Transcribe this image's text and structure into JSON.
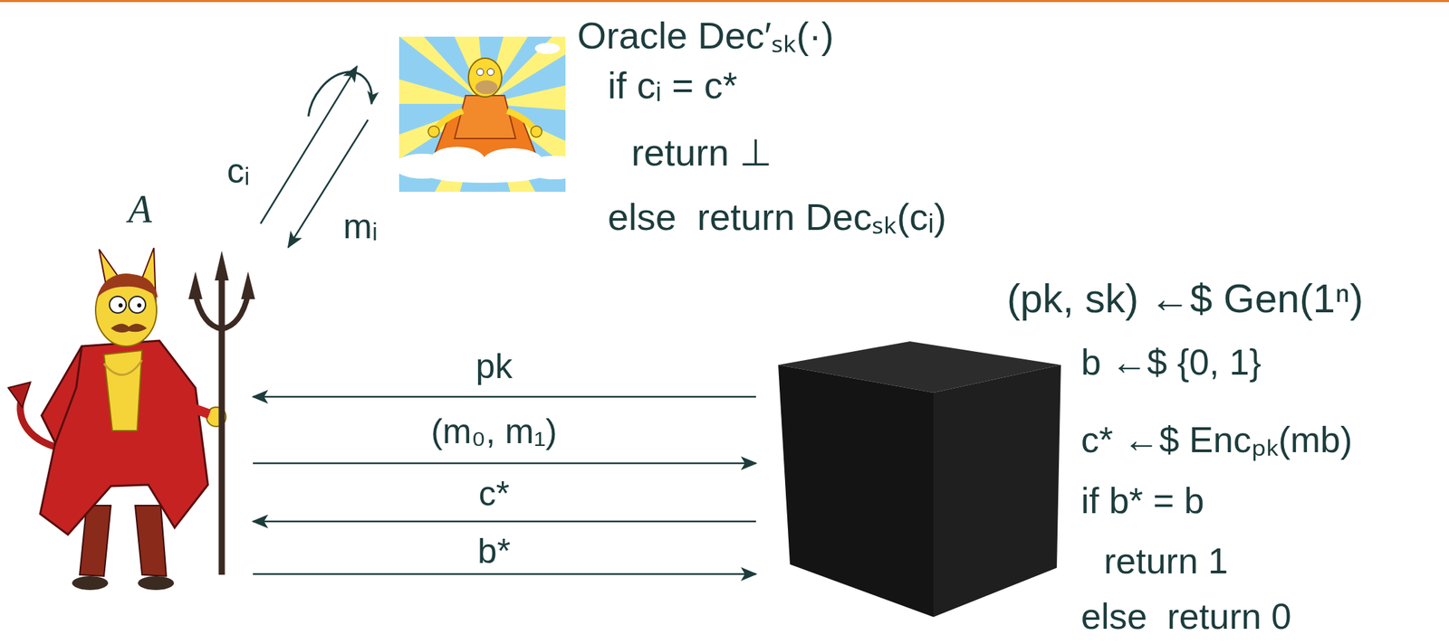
{
  "diagram": {
    "nodes": [
      {
        "text": [
          "A"
        ]
      },
      {
        "text": [
          "Oracle Dec′ₛₖ(·)",
          "if cᵢ = c*",
          "return ⊥",
          "else  return Decₛₖ(cᵢ)"
        ]
      },
      {
        "text": [
          "(pk, sk) ←$ Gen(1ⁿ)",
          "b ←$ {0, 1}",
          "c* ←$ Encₚₖ(mb)",
          "if b* = b",
          "return 1",
          "else  return 0"
        ]
      }
    ],
    "edges": [
      {
        "from": 0,
        "to": 1,
        "label": "cᵢ",
        "arrow": "to"
      },
      {
        "from": 1,
        "to": 0,
        "label": "mᵢ",
        "arrow": "to"
      },
      {
        "from": 2,
        "to": 0,
        "label": "pk",
        "arrow": "to"
      },
      {
        "from": 0,
        "to": 2,
        "label": "(m₀, m₁)",
        "arrow": "to"
      },
      {
        "from": 2,
        "to": 0,
        "label": "c*",
        "arrow": "to"
      },
      {
        "from": 0,
        "to": 2,
        "label": "b*",
        "arrow": "to"
      }
    ]
  }
}
